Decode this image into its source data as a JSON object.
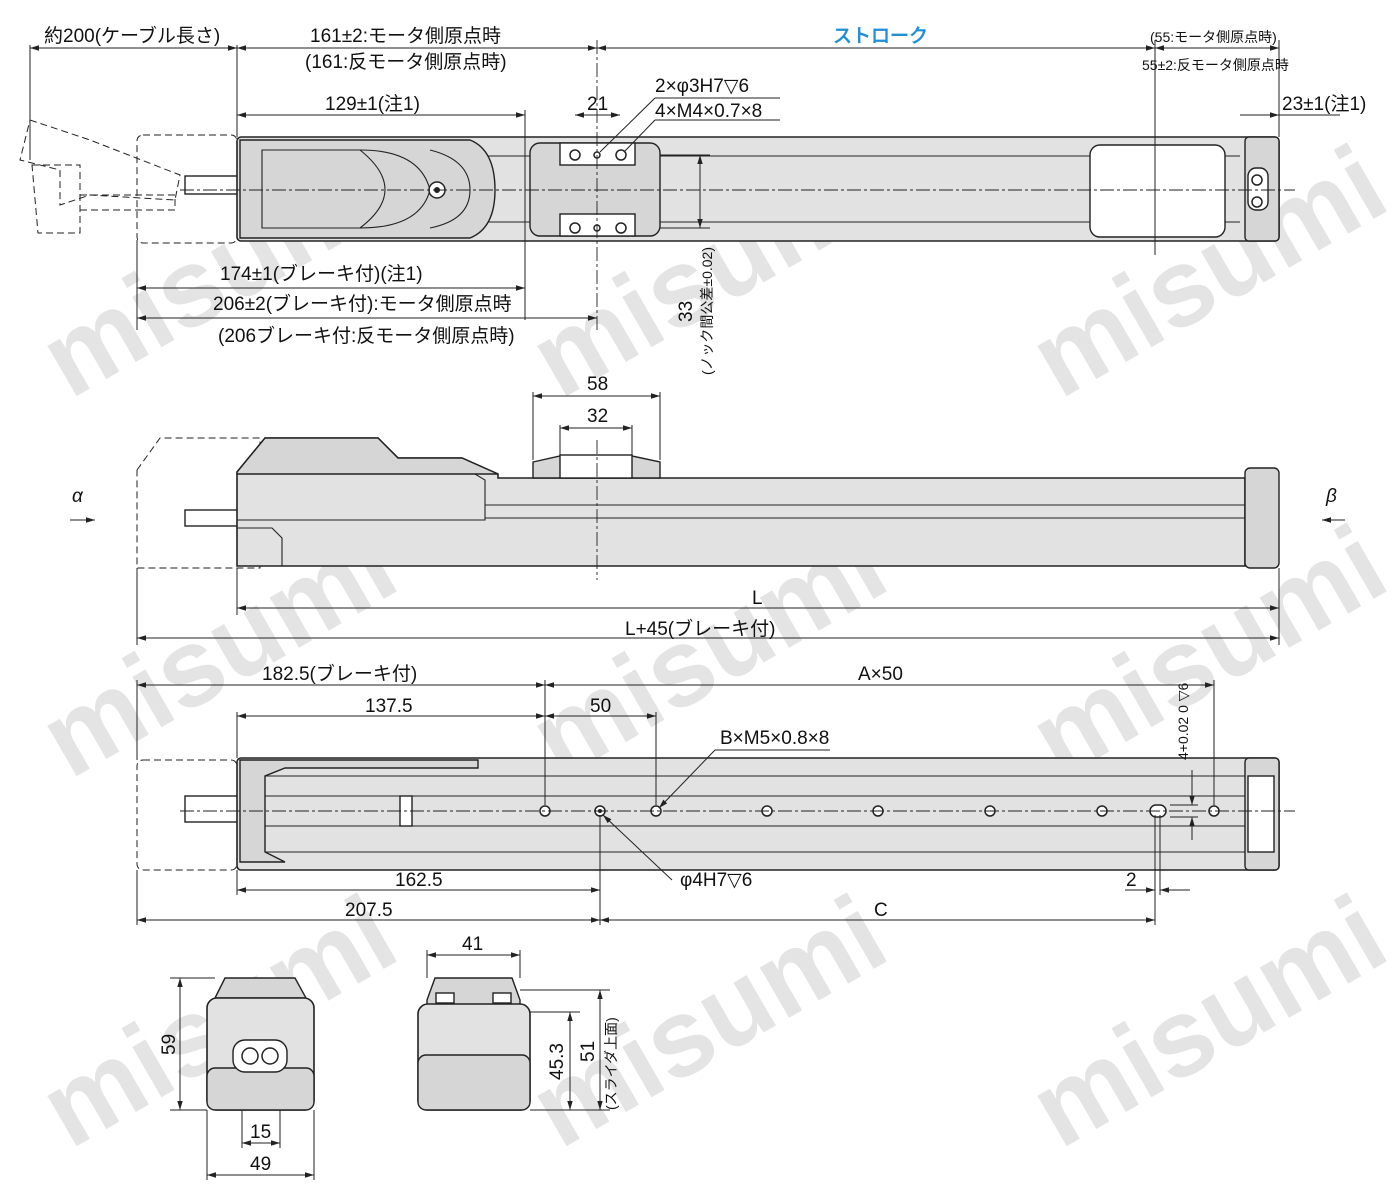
{
  "watermark": "misumi",
  "top_view": {
    "cable_length": "約200(ケーブル長さ)",
    "motor_origin": "161±2:モータ側原点時",
    "anti_motor_origin": "(161:反モータ側原点時)",
    "stroke": "ストローク",
    "right_motor_origin": "(55:モータ側原点時)",
    "right_anti_motor_origin": "55±2:反モータ側原点時",
    "dim_129": "129±1(注1)",
    "dim_21": "21",
    "pin_holes": "2×φ3H7▽6",
    "tap_holes": "4×M4×0.7×8",
    "dim_23": "23±1(注1)",
    "brake_174": "174±1(ブレーキ付)(注1)",
    "brake_206_motor": "206±2(ブレーキ付):モータ側原点時",
    "brake_206_anti": "(206ブレーキ付:反モータ側原点時)",
    "dim_33": "33",
    "knock_tolerance": "(ノック間公差±0.02)"
  },
  "side_view": {
    "dim_58": "58",
    "dim_32": "32",
    "alpha": "α",
    "beta": "β",
    "dim_L": "L",
    "dim_L45": "L+45(ブレーキ付)"
  },
  "bottom_view": {
    "brake_182": "182.5(ブレーキ付)",
    "pitch_A": "A×50",
    "dim_137": "137.5",
    "dim_50": "50",
    "tap_B": "B×M5×0.8×8",
    "slot_depth": "4+0.02 0 ▽6",
    "dim_162": "162.5",
    "pin_4": "φ4H7▽6",
    "dim_2": "2",
    "dim_207": "207.5",
    "dim_C": "C"
  },
  "end_views": {
    "dim_59": "59",
    "dim_15": "15",
    "dim_49": "49",
    "dim_41": "41",
    "dim_45": "45.3",
    "dim_51": "51",
    "slider_top": "(スライダ上面)"
  }
}
